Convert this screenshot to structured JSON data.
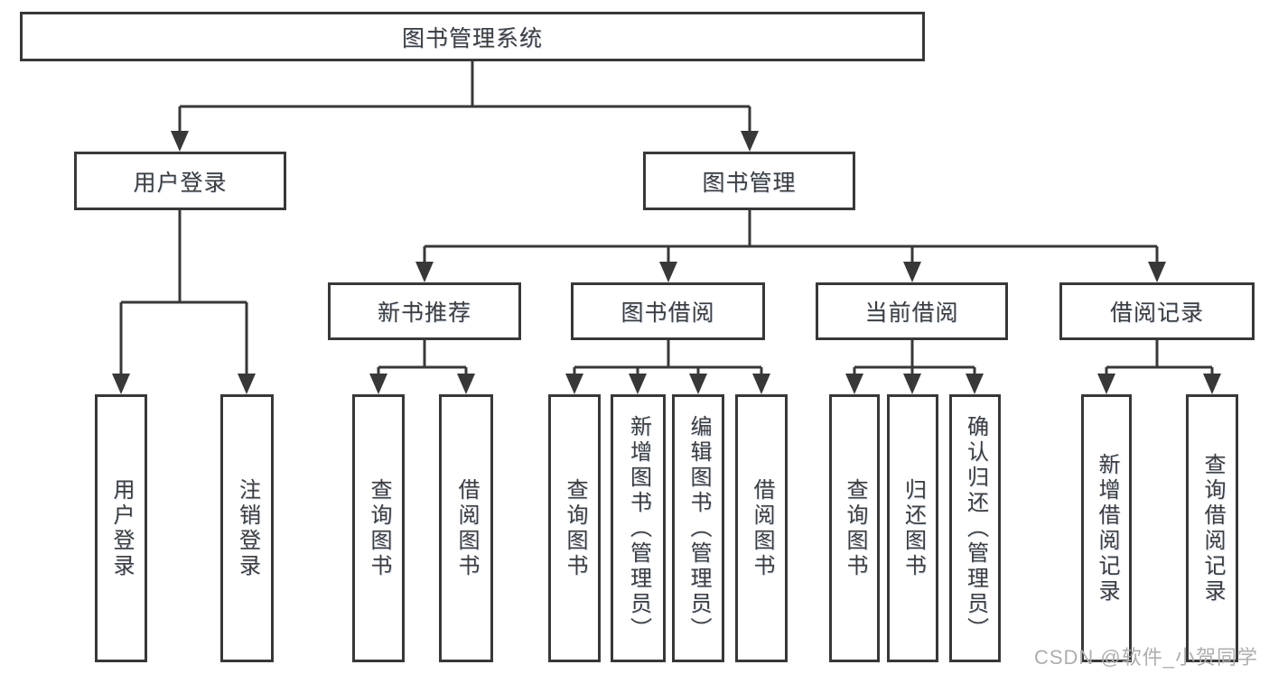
{
  "diagram_type": "hierarchy-tree",
  "tree": {
    "root": {
      "label": "图书管理系统",
      "children": [
        {
          "label": "用户登录",
          "children": [
            {
              "label": "用户登录"
            },
            {
              "label": "注销登录"
            }
          ]
        },
        {
          "label": "图书管理",
          "children": [
            {
              "label": "新书推荐",
              "children": [
                {
                  "label": "查询图书"
                },
                {
                  "label": "借阅图书"
                }
              ]
            },
            {
              "label": "图书借阅",
              "children": [
                {
                  "label": "查询图书"
                },
                {
                  "label": "新增图书（管理员）"
                },
                {
                  "label": "编辑图书（管理员）"
                },
                {
                  "label": "借阅图书"
                }
              ]
            },
            {
              "label": "当前借阅",
              "children": [
                {
                  "label": "查询图书"
                },
                {
                  "label": "归还图书"
                },
                {
                  "label": "确认归还（管理员）"
                }
              ]
            },
            {
              "label": "借阅记录",
              "children": [
                {
                  "label": "新增借阅记录"
                },
                {
                  "label": "查询借阅记录"
                }
              ]
            }
          ]
        }
      ]
    }
  },
  "watermark": {
    "text": "CSDN @软件_小贺同学"
  },
  "colors": {
    "line": "#383838",
    "box_border": "#383838",
    "text": "#3d3d3d",
    "watermark": "#aeaeae",
    "background": "#ffffff"
  }
}
